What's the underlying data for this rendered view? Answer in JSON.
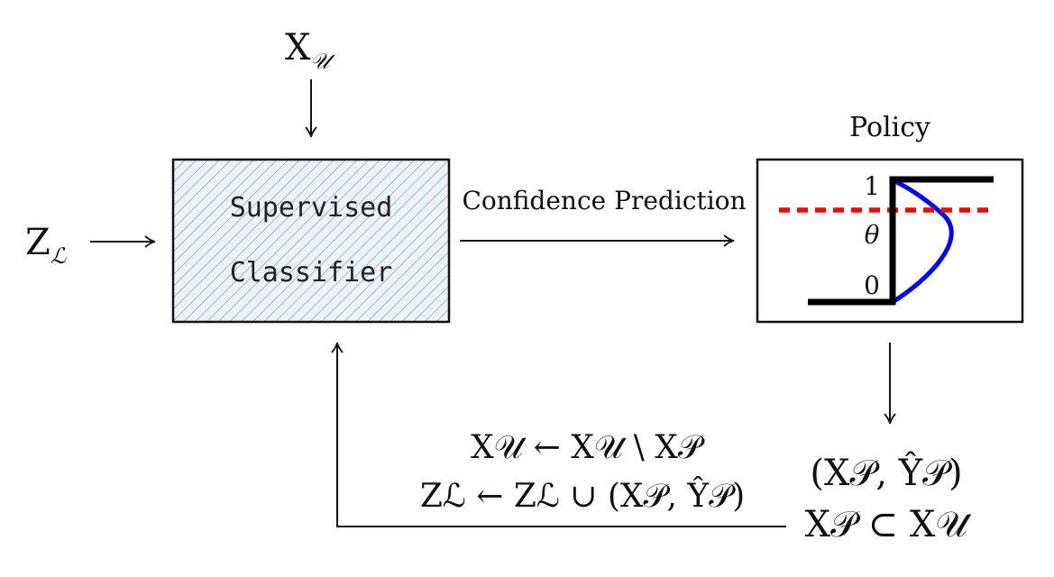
{
  "inputs": {
    "top": {
      "main": "X",
      "sub": "𝒰"
    },
    "left": {
      "main": "Z",
      "sub": "ℒ"
    }
  },
  "classifier": {
    "line1": "Supervised",
    "line2": "Classifier"
  },
  "edge_label": "Confidence Prediction",
  "policy": {
    "title": "Policy",
    "tick_high": "1",
    "tick_threshold": "θ",
    "tick_low": "0",
    "colors": {
      "step": "#000000",
      "threshold": "#ff0000",
      "curve": "#0000ff",
      "hatch": "#8fa6d6",
      "hatch_bg": "#eef2fb"
    }
  },
  "output": {
    "pair": "(X𝒫, Ŷ𝒫)",
    "subset": "X𝒫 ⊂ X𝒰"
  },
  "update": {
    "line1": "X𝒰 ← X𝒰 \\ X𝒫",
    "line2": "Zℒ ← Zℒ ∪ (X𝒫, Ŷ𝒫)"
  }
}
